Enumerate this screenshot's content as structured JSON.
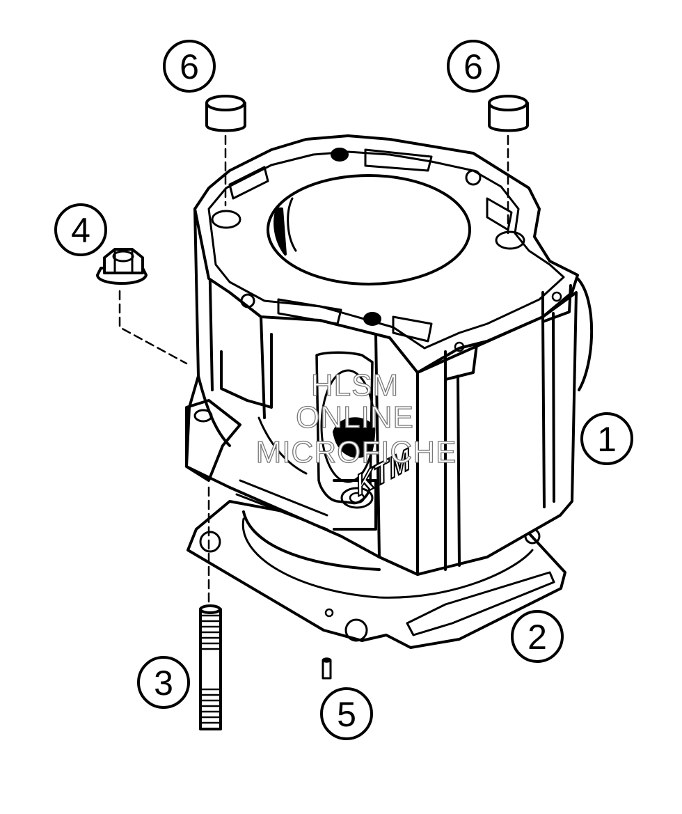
{
  "diagram": {
    "callouts": {
      "cylinder": "1",
      "gasket": "2",
      "stud": "3",
      "nut": "4",
      "dowel_pin": "5",
      "sleeve_left": "6",
      "sleeve_right": "6"
    },
    "logo_text": "KTM",
    "watermark": [
      "HLSM",
      "ONLINE",
      "MICROFICHE"
    ]
  }
}
